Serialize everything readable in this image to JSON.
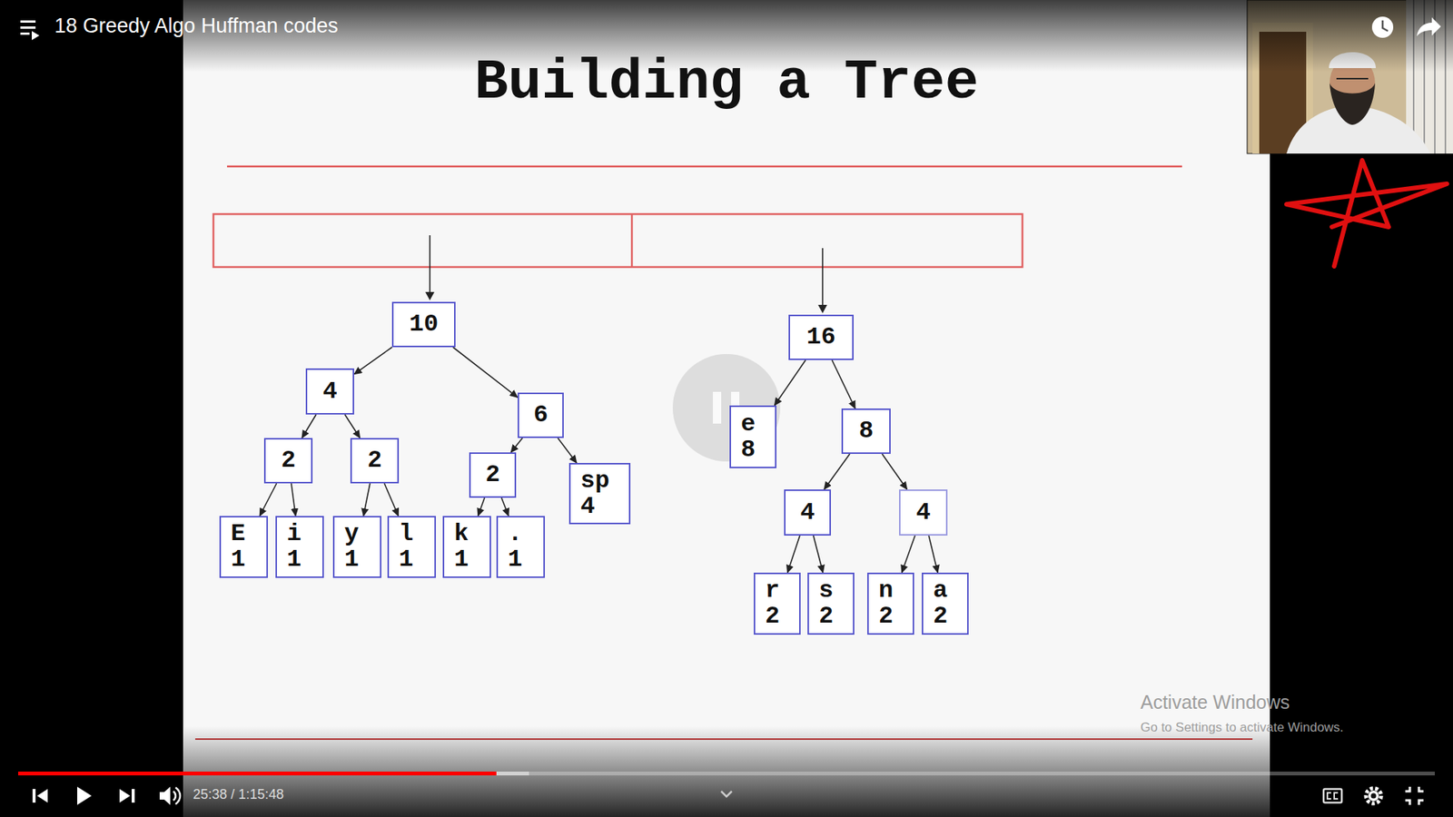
{
  "diagram": {
    "title": "Building a Tree",
    "nodes": [
      {
        "text": [
          "10"
        ]
      },
      {
        "text": [
          "4"
        ]
      },
      {
        "text": [
          "6"
        ]
      },
      {
        "text": [
          "2"
        ]
      },
      {
        "text": [
          "2"
        ]
      },
      {
        "text": [
          "2"
        ]
      },
      {
        "text": [
          "sp",
          "4"
        ]
      },
      {
        "text": [
          "E",
          "1"
        ]
      },
      {
        "text": [
          "i",
          "1"
        ]
      },
      {
        "text": [
          "y",
          "1"
        ]
      },
      {
        "text": [
          "l",
          "1"
        ]
      },
      {
        "text": [
          "k",
          "1"
        ]
      },
      {
        "text": [
          ".",
          "1"
        ]
      },
      {
        "text": [
          "16"
        ]
      },
      {
        "text": [
          "e",
          "8"
        ]
      },
      {
        "text": [
          "8"
        ]
      },
      {
        "text": [
          "4"
        ]
      },
      {
        "text": [
          "4"
        ]
      },
      {
        "text": [
          "r",
          "2"
        ]
      },
      {
        "text": [
          "s",
          "2"
        ]
      },
      {
        "text": [
          "n",
          "2"
        ]
      },
      {
        "text": [
          "a",
          "2"
        ]
      }
    ],
    "edges": [
      {
        "from": 0,
        "to": 1,
        "arrow": "to"
      },
      {
        "from": 0,
        "to": 2,
        "arrow": "to"
      },
      {
        "from": 1,
        "to": 3,
        "arrow": "to"
      },
      {
        "from": 1,
        "to": 4,
        "arrow": "to"
      },
      {
        "from": 2,
        "to": 5,
        "arrow": "to"
      },
      {
        "from": 2,
        "to": 6,
        "arrow": "to"
      },
      {
        "from": 3,
        "to": 7,
        "arrow": "to"
      },
      {
        "from": 3,
        "to": 8,
        "arrow": "to"
      },
      {
        "from": 4,
        "to": 9,
        "arrow": "to"
      },
      {
        "from": 4,
        "to": 10,
        "arrow": "to"
      },
      {
        "from": 5,
        "to": 11,
        "arrow": "to"
      },
      {
        "from": 5,
        "to": 12,
        "arrow": "to"
      },
      {
        "from": 13,
        "to": 14,
        "arrow": "to"
      },
      {
        "from": 13,
        "to": 15,
        "arrow": "to"
      },
      {
        "from": 15,
        "to": 16,
        "arrow": "to"
      },
      {
        "from": 15,
        "to": 17,
        "arrow": "to"
      },
      {
        "from": 16,
        "to": 18,
        "arrow": "to"
      },
      {
        "from": 16,
        "to": 19,
        "arrow": "to"
      },
      {
        "from": 17,
        "to": 20,
        "arrow": "to"
      },
      {
        "from": 17,
        "to": 21,
        "arrow": "to"
      }
    ],
    "labels": [
      "18 Greedy Algo Huffman codes",
      "25:38 / 1:15:48",
      "Activate Windows",
      "Go to Settings to activate Windows."
    ]
  }
}
